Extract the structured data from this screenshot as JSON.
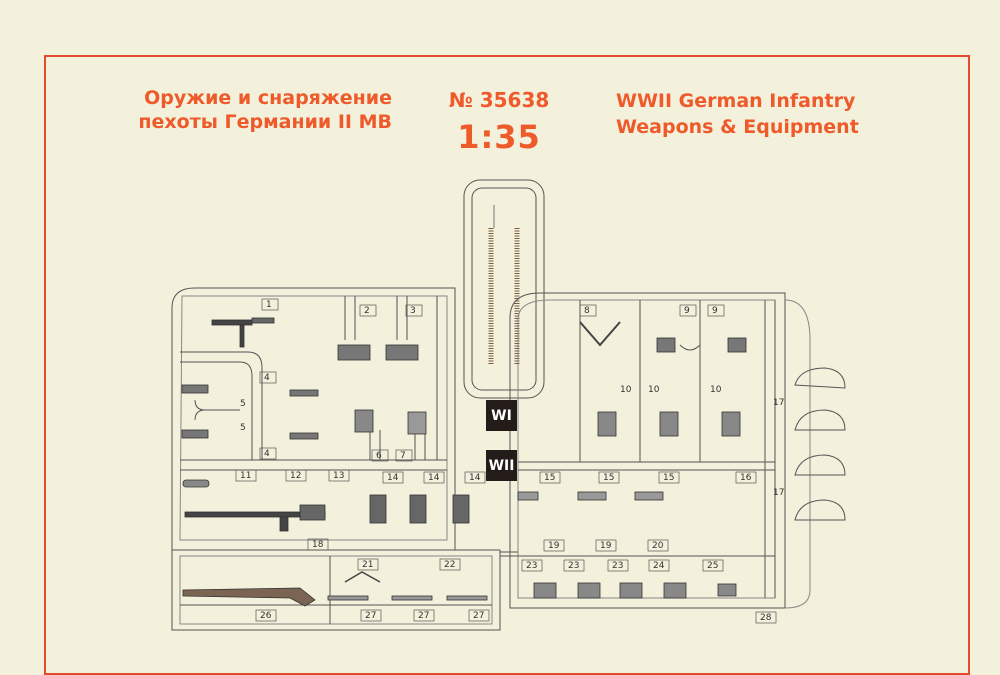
{
  "header": {
    "title_ru_line1": "Оружие и снаряжение",
    "title_ru_line2": "пехоты Германии II МВ",
    "catalog_number": "№ 35638",
    "scale": "1:35",
    "title_en_line1": "WWII German Infantry",
    "title_en_line2": "Weapons & Equipment"
  },
  "sprue_labels": {
    "w1": "WI",
    "w2": "WII"
  },
  "part_numbers": [
    "1",
    "2",
    "3",
    "4",
    "5",
    "6",
    "7",
    "8",
    "9",
    "10",
    "11",
    "12",
    "13",
    "14",
    "15",
    "16",
    "17",
    "18",
    "19",
    "20",
    "21",
    "22",
    "23",
    "24",
    "25",
    "26",
    "27",
    "28"
  ],
  "colors": {
    "accent": "#ee5a2a",
    "frame": "#e64a2e",
    "paper": "#f3f0dc",
    "badge": "#231c18"
  }
}
